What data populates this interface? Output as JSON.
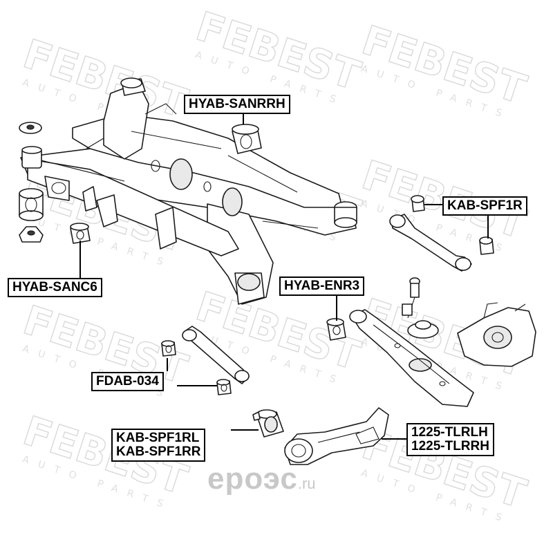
{
  "watermark": {
    "brand": "FEBEST",
    "tagline": "AUTO PARTS"
  },
  "labels": {
    "hyab_sanrrh": "HYAB-SANRRH",
    "kab_spf1r": "KAB-SPF1R",
    "hyab_sanc6": "HYAB-SANC6",
    "hyab_enr3": "HYAB-ENR3",
    "fdab_034": "FDAB-034",
    "kab_spf1rl": "KAB-SPF1RL",
    "kab_spf1rr": "KAB-SPF1RR",
    "tlrlh": "1225-TLRLH",
    "tlrrh": "1225-TLRRH"
  },
  "site_logo": {
    "name": "ероэс",
    "domain": ".ru"
  },
  "colors": {
    "watermark": "#d9d9d9",
    "line": "#1a1a1a",
    "label_border": "#000000"
  }
}
